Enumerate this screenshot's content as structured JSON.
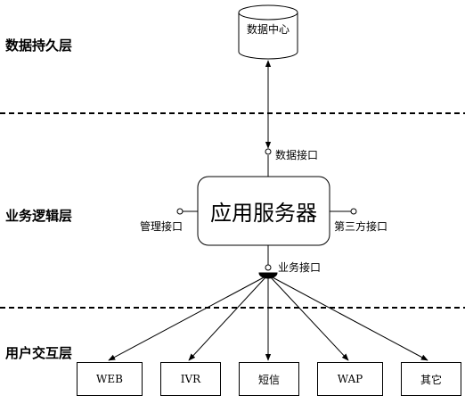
{
  "layers": {
    "persistence": "数据持久层",
    "business": "业务逻辑层",
    "interaction": "用户交互层"
  },
  "database": {
    "label": "数据中心"
  },
  "server": {
    "label": "应用服务器"
  },
  "interfaces": {
    "data": "数据接口",
    "management": "管理接口",
    "third_party": "第三方接口",
    "business": "业务接口"
  },
  "clients": [
    {
      "label": "WEB"
    },
    {
      "label": "IVR"
    },
    {
      "label": "短信"
    },
    {
      "label": "WAP"
    },
    {
      "label": "其它"
    }
  ]
}
